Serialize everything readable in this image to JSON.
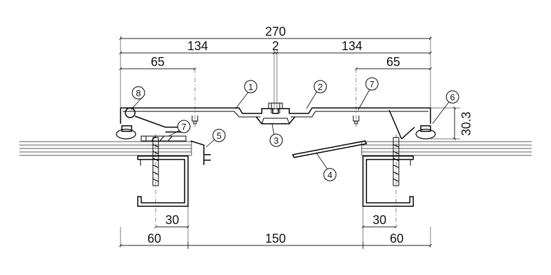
{
  "dimensions": {
    "overall": "270",
    "left_half": "134",
    "gap": "2",
    "right_half": "134",
    "left_bolt": "65",
    "right_bolt": "65",
    "height": "30.3",
    "left_anchor": "30",
    "right_anchor": "30",
    "left_bearing": "60",
    "joint_gap": "150",
    "right_bearing": "60"
  },
  "callouts": {
    "c1": "1",
    "c2": "2",
    "c3": "3",
    "c4": "4",
    "c5": "5",
    "c6": "6",
    "c7a": "7",
    "c7b": "7",
    "c8": "8"
  }
}
